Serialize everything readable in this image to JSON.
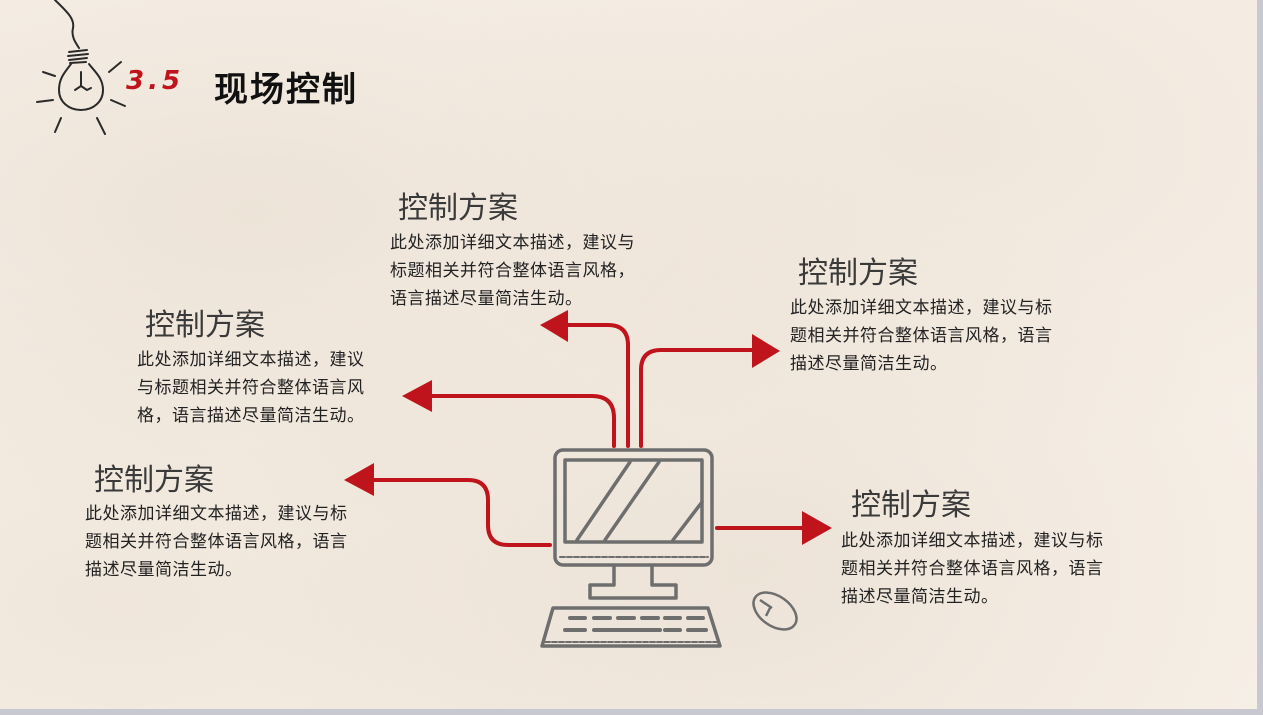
{
  "slide": {
    "section_number": "3.5",
    "section_title": "现场控制",
    "colors": {
      "accent": "#c0141c",
      "background": "#f6efe6",
      "sketch": "#6e6e6e",
      "text": "#222222"
    },
    "icons": {
      "lightbulb": "lightbulb-icon",
      "computer": "computer-icon",
      "mouse": "mouse-icon"
    },
    "blocks": [
      {
        "title": "控制方案",
        "lines": [
          "此处添加详细文本描述，建议与",
          "标题相关并符合整体语言风格，",
          "语言描述尽量简洁生动。"
        ]
      },
      {
        "title": "控制方案",
        "lines": [
          "此处添加详细文本描述，建议与标",
          "题相关并符合整体语言风格，语言",
          "描述尽量简洁生动。"
        ]
      },
      {
        "title": "控制方案",
        "lines": [
          "此处添加详细文本描述，建议",
          "与标题相关并符合整体语言风",
          "格，语言描述尽量简洁生动。"
        ]
      },
      {
        "title": "控制方案",
        "lines": [
          "此处添加详细文本描述，建议与标",
          "题相关并符合整体语言风格，语言",
          "描述尽量简洁生动。"
        ]
      },
      {
        "title": "控制方案",
        "lines": [
          "此处添加详细文本描述，建议与标",
          "题相关并符合整体语言风格，语言",
          "描述尽量简洁生动。"
        ]
      }
    ]
  }
}
